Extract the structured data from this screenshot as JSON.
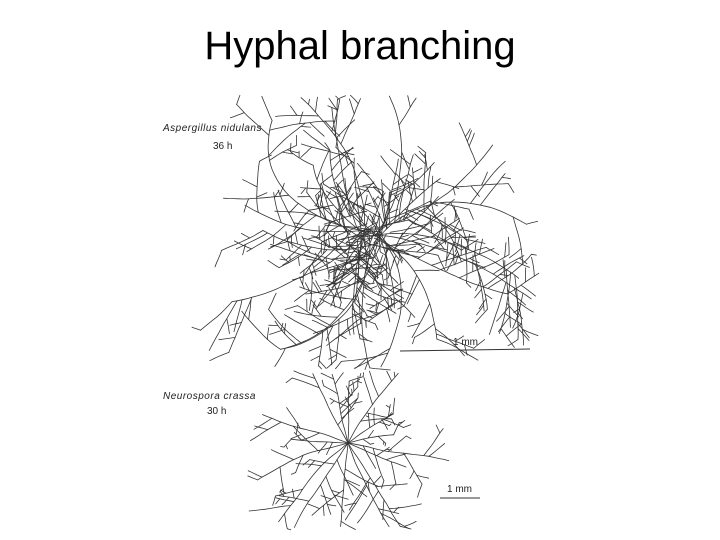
{
  "slide": {
    "title": "Hyphal branching"
  },
  "figure": {
    "panels": [
      {
        "species": "Aspergillus nidulans",
        "time": "36 h",
        "scale_bar_label": "1 mm"
      },
      {
        "species": "Neurospora crassa",
        "time": "30 h",
        "scale_bar_label": "1 mm"
      }
    ],
    "line_color": "#333333"
  }
}
